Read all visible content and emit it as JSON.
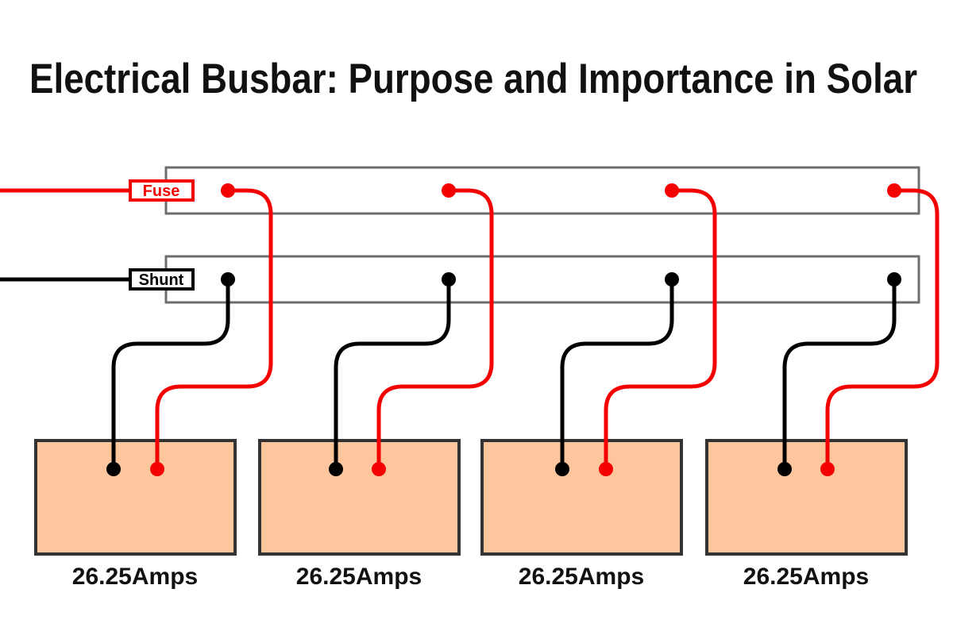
{
  "title": "Electrical Busbar: Purpose and Importance in Solar",
  "colors": {
    "wire_red": "#F40000",
    "wire_black": "#000000",
    "busbar_gray": "#6E6E6E",
    "battery_fill": "#FDC69D",
    "battery_border": "#333333",
    "background": "#FFFFFF",
    "text": "#111111"
  },
  "busbars": {
    "fuse_label": "Fuse",
    "shunt_label": "Shunt"
  },
  "batteries": [
    {
      "label": "26.25Amps"
    },
    {
      "label": "26.25Amps"
    },
    {
      "label": "26.25Amps"
    },
    {
      "label": "26.25Amps"
    }
  ]
}
